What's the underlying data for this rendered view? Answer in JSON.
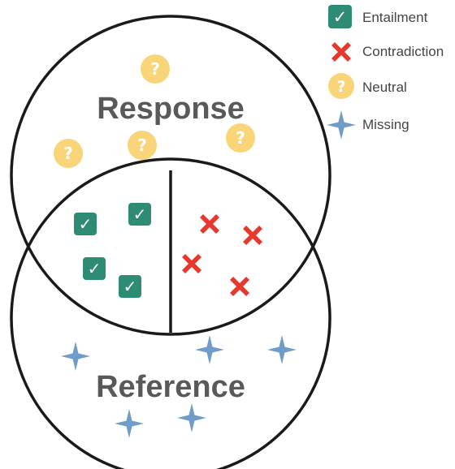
{
  "diagram": {
    "response_label": "Response",
    "reference_label": "Reference"
  },
  "legend": {
    "entailment": "Entailment",
    "contradiction": "Contradiction",
    "neutral": "Neutral",
    "missing": "Missing"
  },
  "symbols": {
    "neutral_glyph": "?",
    "entailment_glyph": "✓"
  },
  "colors": {
    "entailment": "#2e8b74",
    "contradiction": "#e8372c",
    "neutral": "#f9d57a",
    "missing": "#6f9cc8",
    "outline": "#1a1a1a",
    "label": "#595959"
  }
}
